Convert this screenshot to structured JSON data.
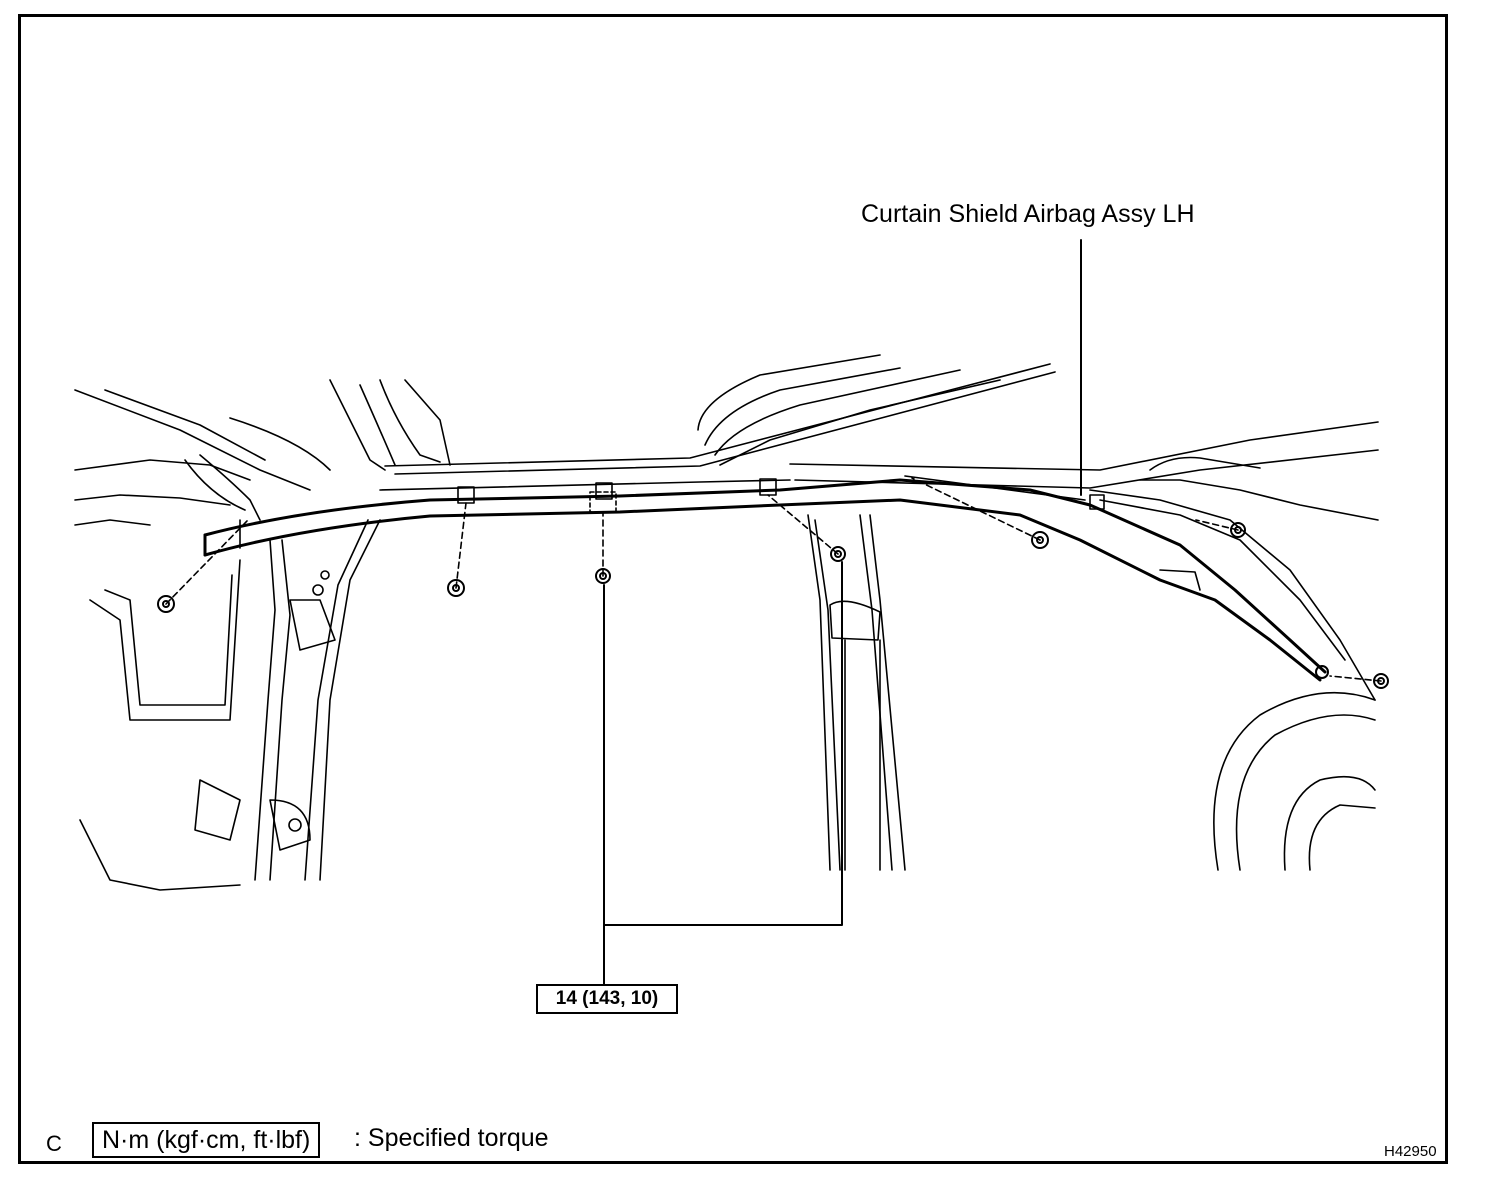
{
  "callouts": {
    "airbag_label": "Curtain Shield Airbag Assy LH"
  },
  "torque": {
    "value_label": "14 (143, 10)"
  },
  "legend": {
    "symbol_units": "N·m (kgf·cm, ft·lbf)",
    "description": ": Specified torque"
  },
  "corner_letter": "C",
  "figure_number": "H42950"
}
